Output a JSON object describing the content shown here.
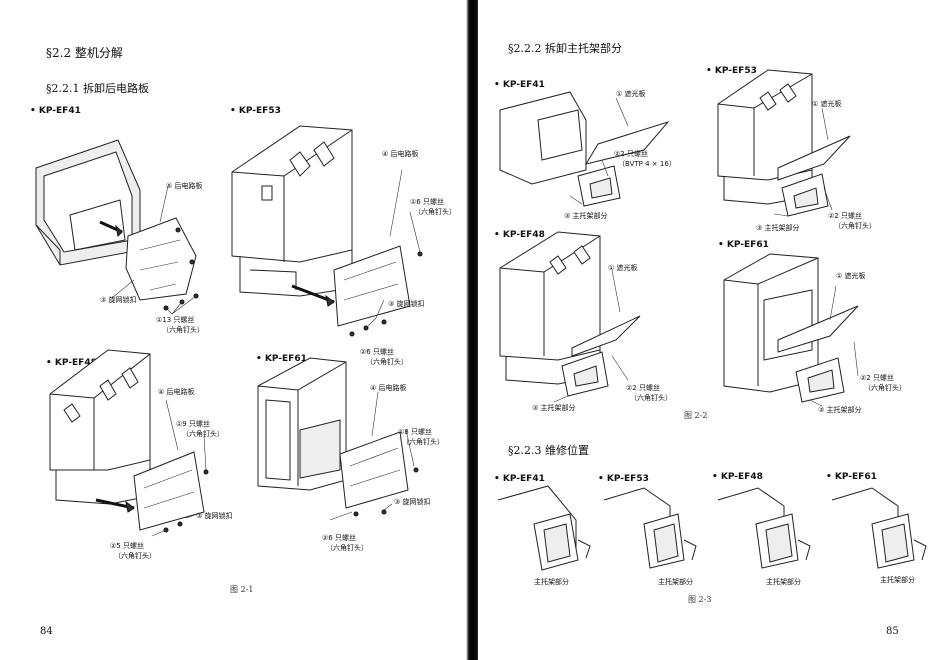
{
  "left": {
    "section": "§2.2  整机分解",
    "subsection": "§2.2.1  拆卸后电路板",
    "page_number": "84",
    "figure_caption": "图 2-1",
    "models": {
      "ef41": {
        "name": "• KP-EF41",
        "l1": "⑤ 后电路板",
        "l2": "③ 旋网锁扣",
        "l3": "①13 只螺丝",
        "l3b": "（六角钉头）"
      },
      "ef53": {
        "name": "• KP-EF53",
        "l1": "④ 后电路板",
        "l2": "①6 只螺丝",
        "l2b": "（六角钉头）",
        "l3": "③ 旋网锁扣",
        "l4": "②6 只螺丝",
        "l4b": "（六角钉头）"
      },
      "ef48": {
        "name": "• KP-EF48",
        "l1": "④ 后电路板",
        "l2": "①9 只螺丝",
        "l2b": "（六角钉头）",
        "l3": "③ 旋网锁扣",
        "l4": "②5 只螺丝",
        "l4b": "（六角钉头）"
      },
      "ef61": {
        "name": "• KP-EF61",
        "l1": "④ 后电路板",
        "l2": "①8 只螺丝",
        "l2b": "（六角钉头）",
        "l3": "③ 旋网锁扣",
        "l4": "②6 只螺丝",
        "l4b": "（六角钉头）"
      }
    }
  },
  "right": {
    "subsection": "§2.2.2  拆卸主托架部分",
    "subsection2": "§2.2.3  维修位置",
    "page_number": "85",
    "figure_caption_a": "图 2-2",
    "figure_caption_b": "图 2-3",
    "models": {
      "ef41": {
        "name": "• KP-EF41",
        "l1": "① 遮光板",
        "l2": "②2 只螺丝",
        "l2b": "（BVTP 4 × 16）",
        "l3": "③ 主托架部分"
      },
      "ef53": {
        "name": "• KP-EF53",
        "l1": "① 遮光板",
        "l2": "③ 主托架部分",
        "l3": "②2 只螺丝",
        "l3b": "（六角钉头）"
      },
      "ef48": {
        "name": "• KP-EF48",
        "l1": "① 遮光板",
        "l2": "②2 只螺丝",
        "l2b": "（六角钉头）",
        "l3": "③ 主托架部分"
      },
      "ef61": {
        "name": "• KP-EF61",
        "l1": "① 遮光板",
        "l2": "②2 只螺丝",
        "l2b": "（六角钉头）",
        "l3": "③ 主托架部分"
      }
    },
    "service": {
      "m1": "• KP-EF41",
      "m2": "• KP-EF53",
      "m3": "• KP-EF48",
      "m4": "• KP-EF61",
      "label": "主托架部分"
    }
  }
}
